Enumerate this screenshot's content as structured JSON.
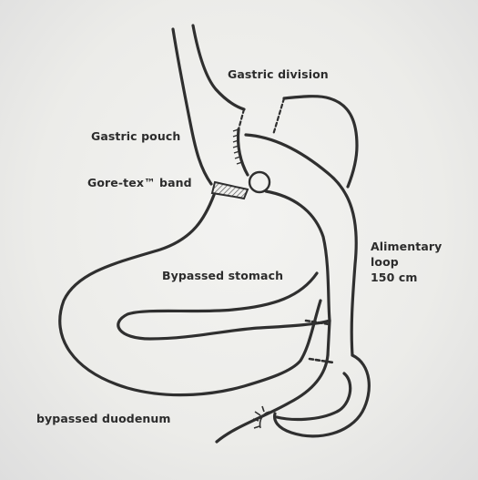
{
  "labels": {
    "gastric_division": "Gastric division",
    "gastric_pouch": "Gastric pouch",
    "goretex_band": "Gore-tex™ band",
    "bypassed_stomach": "Bypassed stomach",
    "alimentary_loop": [
      "Alimentary",
      "loop",
      "150 cm"
    ],
    "bypassed_duodenum": "bypassed duodenum"
  },
  "colors": {
    "ink": "#2f2f2f",
    "paper": "#efefec",
    "band_hatch": "#555555"
  }
}
